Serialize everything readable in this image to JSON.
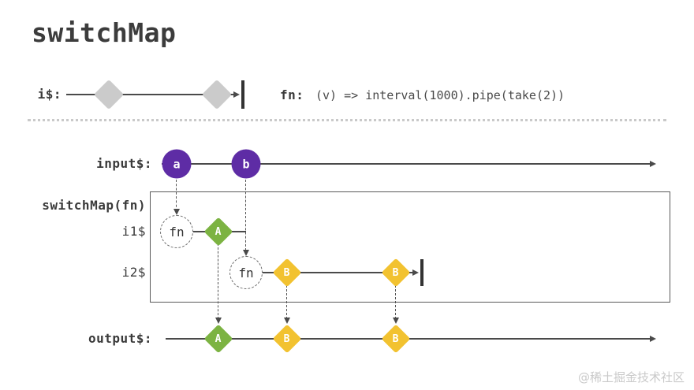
{
  "title": "switchMap",
  "header": {
    "source_stream": {
      "label": "i$:"
    },
    "fn_signature": {
      "label": "fn:",
      "code": "(v) => interval(1000).pipe(take(2))"
    }
  },
  "diagram": {
    "input_stream": {
      "label": "input$:",
      "marbles": [
        "a",
        "b"
      ]
    },
    "operator_box": {
      "label": "switchMap(fn)"
    },
    "inner_stream_1": {
      "label": "i1$",
      "fn_label": "fn",
      "marbles": [
        "A"
      ]
    },
    "inner_stream_2": {
      "label": "i2$",
      "fn_label": "fn",
      "marbles": [
        "B",
        "B"
      ]
    },
    "output_stream": {
      "label": "output$:",
      "marbles": [
        "A",
        "B",
        "B"
      ]
    }
  },
  "watermark": "@稀土掘金技术社区",
  "colors": {
    "purple": "#5e2ca5",
    "green": "#7cb342",
    "amber": "#f2c230",
    "gray_marble": "#cbcbcb",
    "line": "#4a4a4a"
  }
}
